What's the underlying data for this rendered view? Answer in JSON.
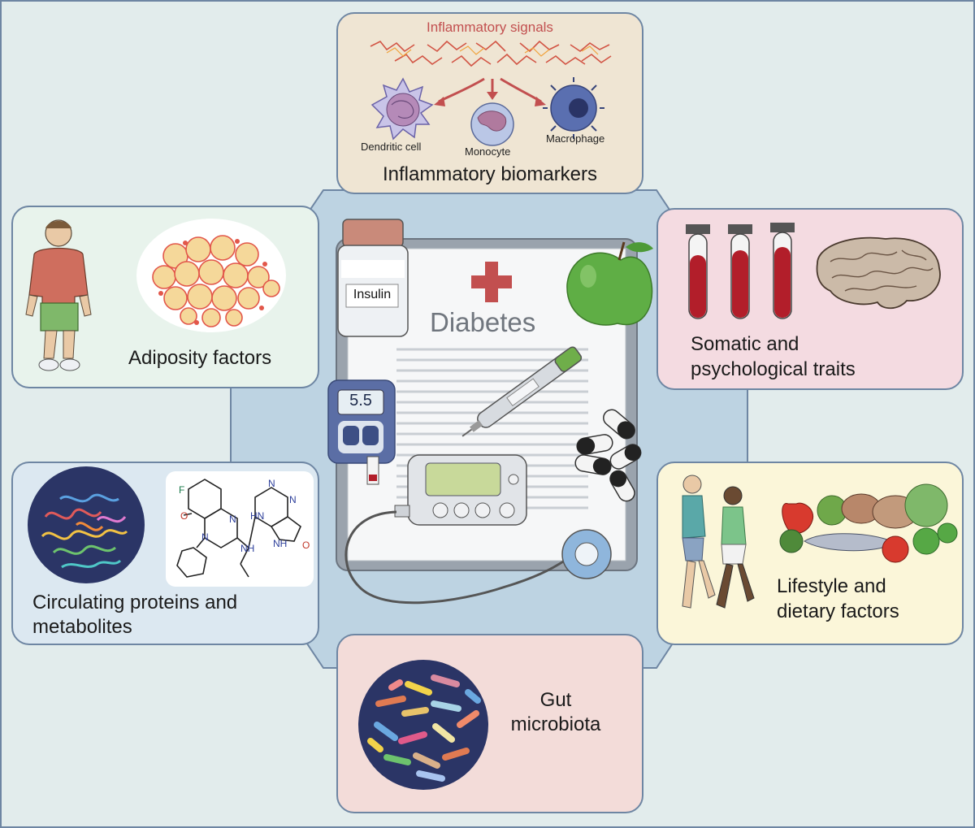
{
  "center": {
    "title": "Diabetes",
    "insulin_label": "Insulin",
    "glucose_reading": "5.5"
  },
  "panels": {
    "inflammatory": {
      "signals_label": "Inflammatory signals",
      "cells": [
        "Dendritic cell",
        "Monocyte",
        "Macrophage"
      ],
      "title": "Inflammatory biomarkers"
    },
    "adiposity": {
      "title": "Adiposity factors"
    },
    "somatic": {
      "title_line1": "Somatic and",
      "title_line2": "psychological traits"
    },
    "circulating": {
      "title_line1": "Circulating proteins and",
      "title_line2": "metabolites",
      "molecule_atoms": [
        "F",
        "O",
        "N",
        "N",
        "NH",
        "N",
        "HN",
        "N",
        "NH",
        "O"
      ]
    },
    "lifestyle": {
      "title_line1": "Lifestyle and",
      "title_line2": "dietary factors"
    },
    "gut": {
      "title_line1": "Gut",
      "title_line2": "microbiota"
    }
  },
  "colors": {
    "background": "#e2ecec",
    "octagon": "#bdd3e2",
    "border": "#6e86a3",
    "accent_red": "#c24f4f",
    "blood": "#b21e2a"
  }
}
